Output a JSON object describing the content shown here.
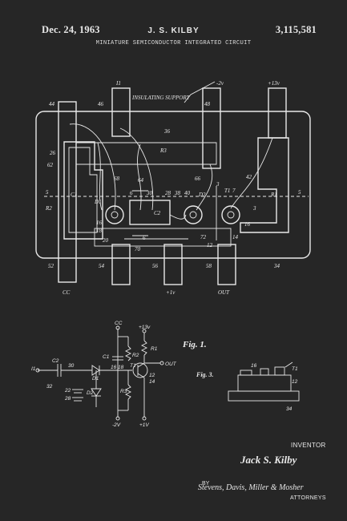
{
  "header": {
    "date": "Dec. 24, 1963",
    "inventor": "J. S. KILBY",
    "patent_number": "3,115,581",
    "title": "MINIATURE SEMICONDUCTOR INTEGRATED CIRCUIT"
  },
  "fig1": {
    "insulating_support": "INSULATING SUPPORT",
    "refs": {
      "r44": "44",
      "r46": "46",
      "r48": "48",
      "r36": "36",
      "r26": "26",
      "r62": "62",
      "r68": "68",
      "r64": "64",
      "r66": "66",
      "r42": "42",
      "r30": "30",
      "r28": "28",
      "r38": "38",
      "r40": "40",
      "r16": "16",
      "r18": "18",
      "r20": "20",
      "r70": "70",
      "r72": "72",
      "r12": "12",
      "r14": "14",
      "r52": "52",
      "r54": "54",
      "r56": "56",
      "r58": "58",
      "r34": "34",
      "r5a": "5",
      "r5b": "5",
      "r6a": "6",
      "r6b": "6",
      "r3a": "3",
      "r3b": "3",
      "r7": "7",
      "r10": "10",
      "r19": "19",
      "r22": "22"
    },
    "components": {
      "c1": "C1",
      "c2": "C2",
      "r1": "R1",
      "r2": "R2",
      "r3": "R3",
      "d1": "D1",
      "d2": "D2",
      "t1": "T1"
    },
    "terminals": {
      "i1": "I1",
      "neg2v": "-2v",
      "pos13v": "+13v",
      "cc": "CC",
      "pos1v": "+1v",
      "out": "OUT"
    }
  },
  "schematic": {
    "cc": "CC",
    "pos13v": "+13v",
    "r1": "R1",
    "c1": "C1",
    "r2": "R2",
    "t1": "T1",
    "out": "OUT",
    "i1": "I1",
    "c2": "C2",
    "d1": "D1",
    "d2": "D2",
    "r3": "R3",
    "neg2v": "-2V",
    "pos1v": "+1V",
    "n16": "16",
    "n18": "18",
    "n30": "30",
    "n12": "12",
    "n14": "14",
    "n22": "22",
    "n28": "28",
    "n32": "32"
  },
  "fig_labels": {
    "fig1": "Fig. 1.",
    "fig3": "Fig. 3."
  },
  "fig3": {
    "r1": "T1",
    "r2": "12",
    "r3": "34",
    "r4": "16"
  },
  "footer": {
    "inventor_label": "INVENTOR",
    "inventor_name": "Jack S. Kilby",
    "by": "BY",
    "attorneys_signature": "Stevens, Davis, Miller & Mosher",
    "attorneys_label": "ATTORNEYS"
  }
}
